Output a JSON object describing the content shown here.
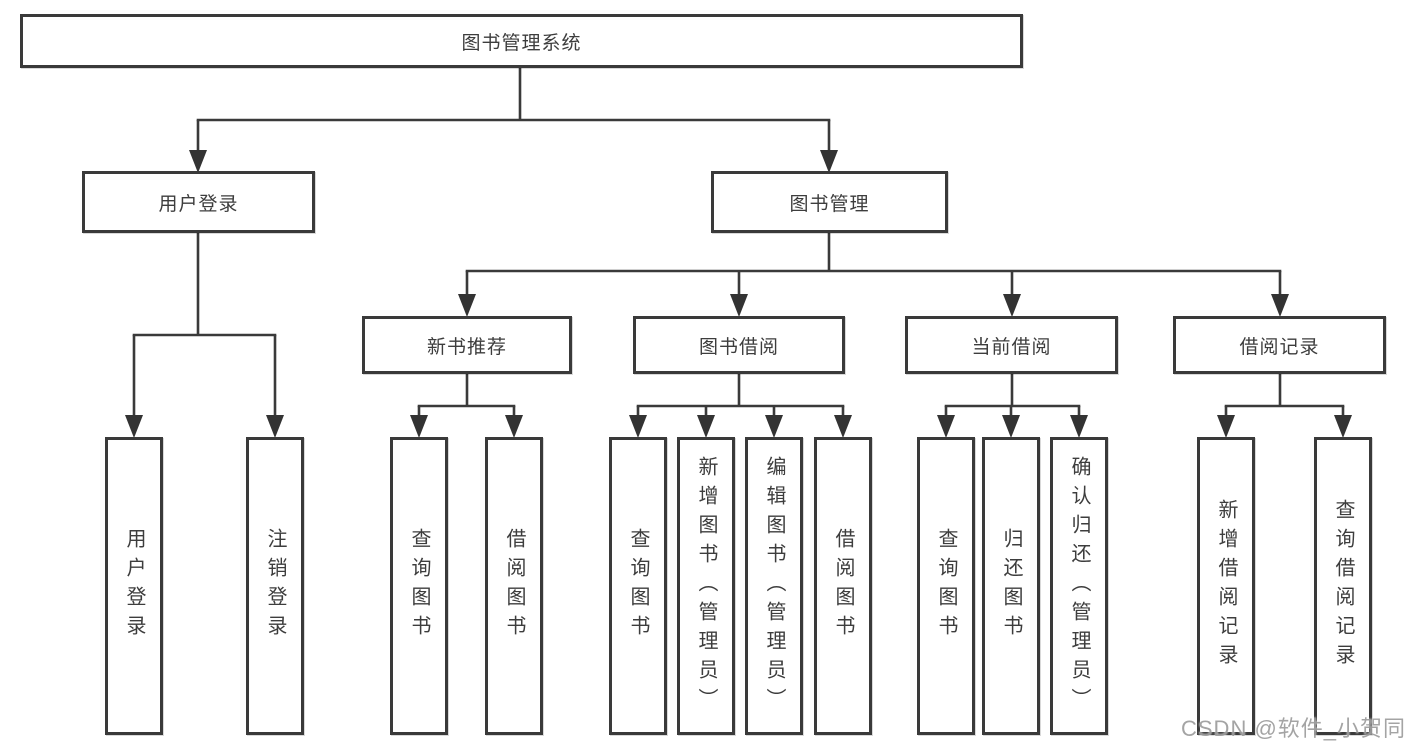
{
  "diagram": {
    "root": {
      "label": "图书管理系统"
    },
    "branches": [
      {
        "label": "用户登录",
        "children": [
          {
            "label": "用户登录"
          },
          {
            "label": "注销登录"
          }
        ]
      },
      {
        "label": "图书管理",
        "children": [
          {
            "label": "新书推荐",
            "children": [
              {
                "label": "查询图书"
              },
              {
                "label": "借阅图书"
              }
            ]
          },
          {
            "label": "图书借阅",
            "children": [
              {
                "label": "查询图书"
              },
              {
                "label": "新增图书（管理员）"
              },
              {
                "label": "编辑图书（管理员）"
              },
              {
                "label": "借阅图书"
              }
            ]
          },
          {
            "label": "当前借阅",
            "children": [
              {
                "label": "查询图书"
              },
              {
                "label": "归还图书"
              },
              {
                "label": "确认归还（管理员）"
              }
            ]
          },
          {
            "label": "借阅记录",
            "children": [
              {
                "label": "新增借阅记录"
              },
              {
                "label": "查询借阅记录"
              }
            ]
          }
        ]
      }
    ]
  },
  "watermark": {
    "text": "CSDN @软件_小贺同学"
  },
  "colors": {
    "line": "#3a3a3a",
    "box_border": "#3a3a3a",
    "box_background": "#ffffff",
    "text": "#3d3d3d",
    "watermark": "#949494"
  }
}
